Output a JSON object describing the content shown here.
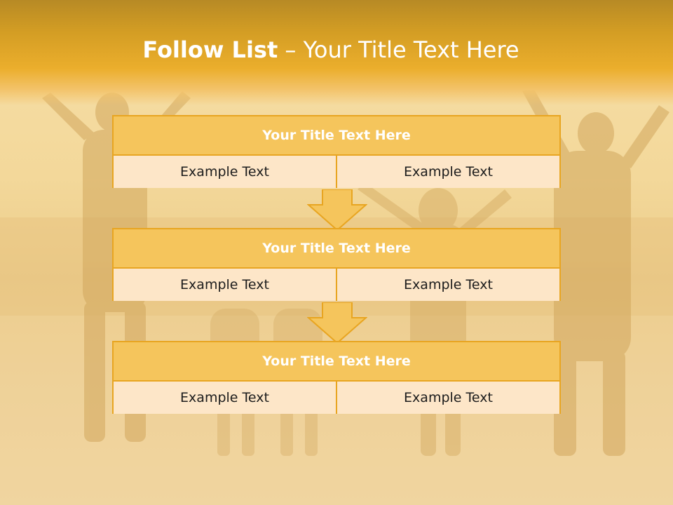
{
  "slide": {
    "title_bold": "Follow List",
    "title_rest": " – Your Title Text Here"
  },
  "blocks": [
    {
      "title": "Your Title Text Here",
      "left": "Example Text",
      "right": "Example Text"
    },
    {
      "title": "Your Title Text Here",
      "left": "Example Text",
      "right": "Example Text"
    },
    {
      "title": "Your Title Text Here",
      "left": "Example Text",
      "right": "Example Text"
    }
  ],
  "colors": {
    "header": "#ebae2c",
    "box_title": "#f5c55c",
    "box_body": "#fde6c8",
    "border": "#e8a521",
    "arrow_fill": "#f5c55c"
  },
  "background": {
    "icon": "beach-sunset-silhouettes-photo"
  }
}
